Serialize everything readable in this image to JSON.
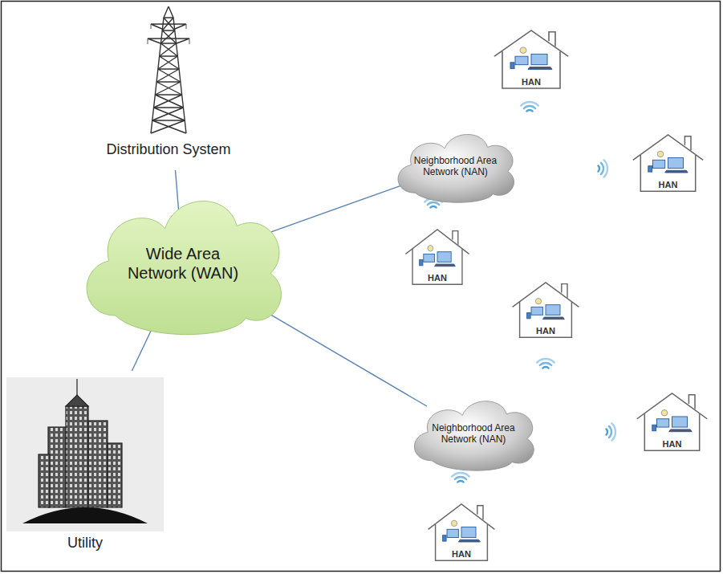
{
  "diagram": {
    "nodes": [
      {
        "text": [
          "Distribution System"
        ]
      },
      {
        "text": [
          "Wide Area Network (WAN)"
        ]
      },
      {
        "text": [
          "Neighborhood Area Network (NAN)"
        ]
      },
      {
        "text": [
          "HAN"
        ]
      },
      {
        "text": [
          "HAN"
        ]
      },
      {
        "text": [
          "HAN"
        ]
      },
      {
        "text": [
          "Neighborhood Area Network (NAN)"
        ]
      },
      {
        "text": [
          "HAN"
        ]
      },
      {
        "text": [
          "HAN"
        ]
      },
      {
        "text": [
          "HAN"
        ]
      },
      {
        "text": [
          "Utility"
        ]
      }
    ],
    "edges": [
      {
        "from": 0,
        "to": 1,
        "arrow": "none"
      },
      {
        "from": 1,
        "to": 2,
        "arrow": "none"
      },
      {
        "from": 1,
        "to": 6,
        "arrow": "none"
      },
      {
        "from": 10,
        "to": 1,
        "arrow": "none"
      }
    ]
  }
}
